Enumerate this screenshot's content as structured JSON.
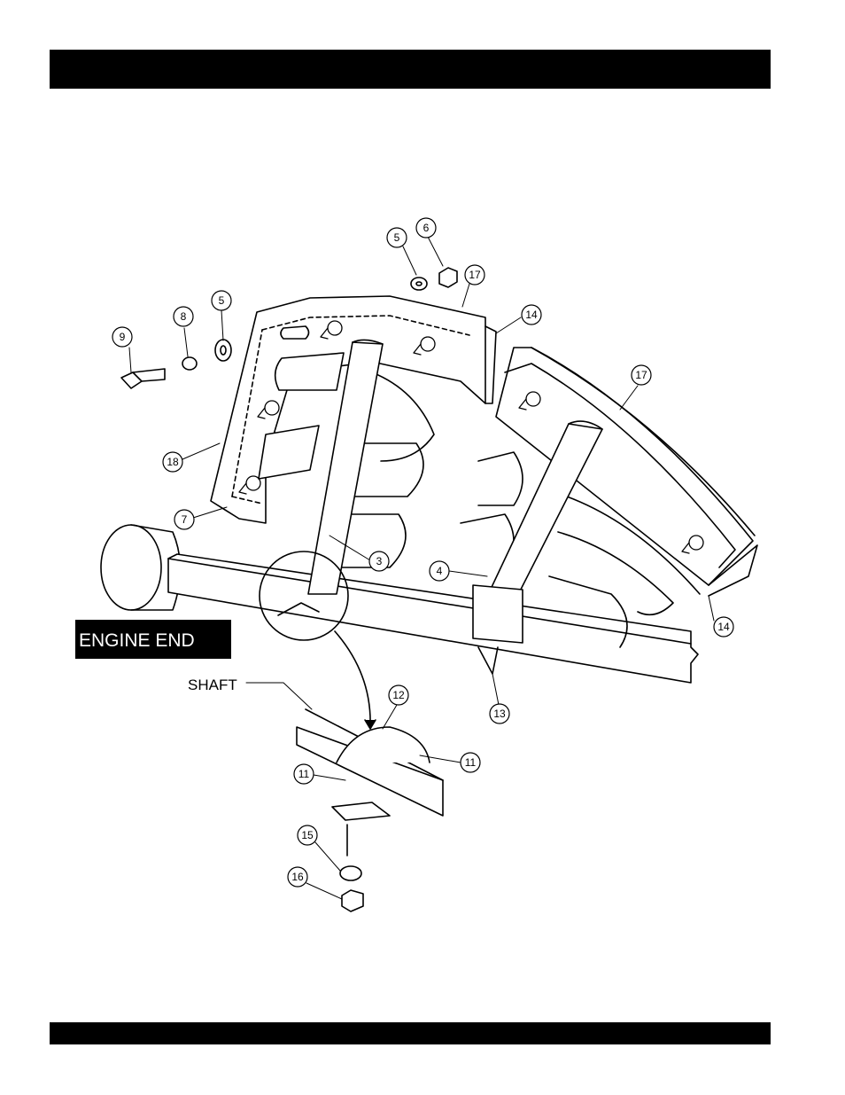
{
  "header": {
    "bar": ""
  },
  "footer": {
    "bar": ""
  },
  "labels": {
    "engine_end": "ENGINE  END",
    "shaft": "SHAFT"
  },
  "callouts": [
    "9",
    "8",
    "5",
    "5",
    "6",
    "17",
    "14",
    "18",
    "7",
    "3",
    "4",
    "17",
    "14",
    "13",
    "12",
    "11",
    "11",
    "15",
    "16"
  ]
}
